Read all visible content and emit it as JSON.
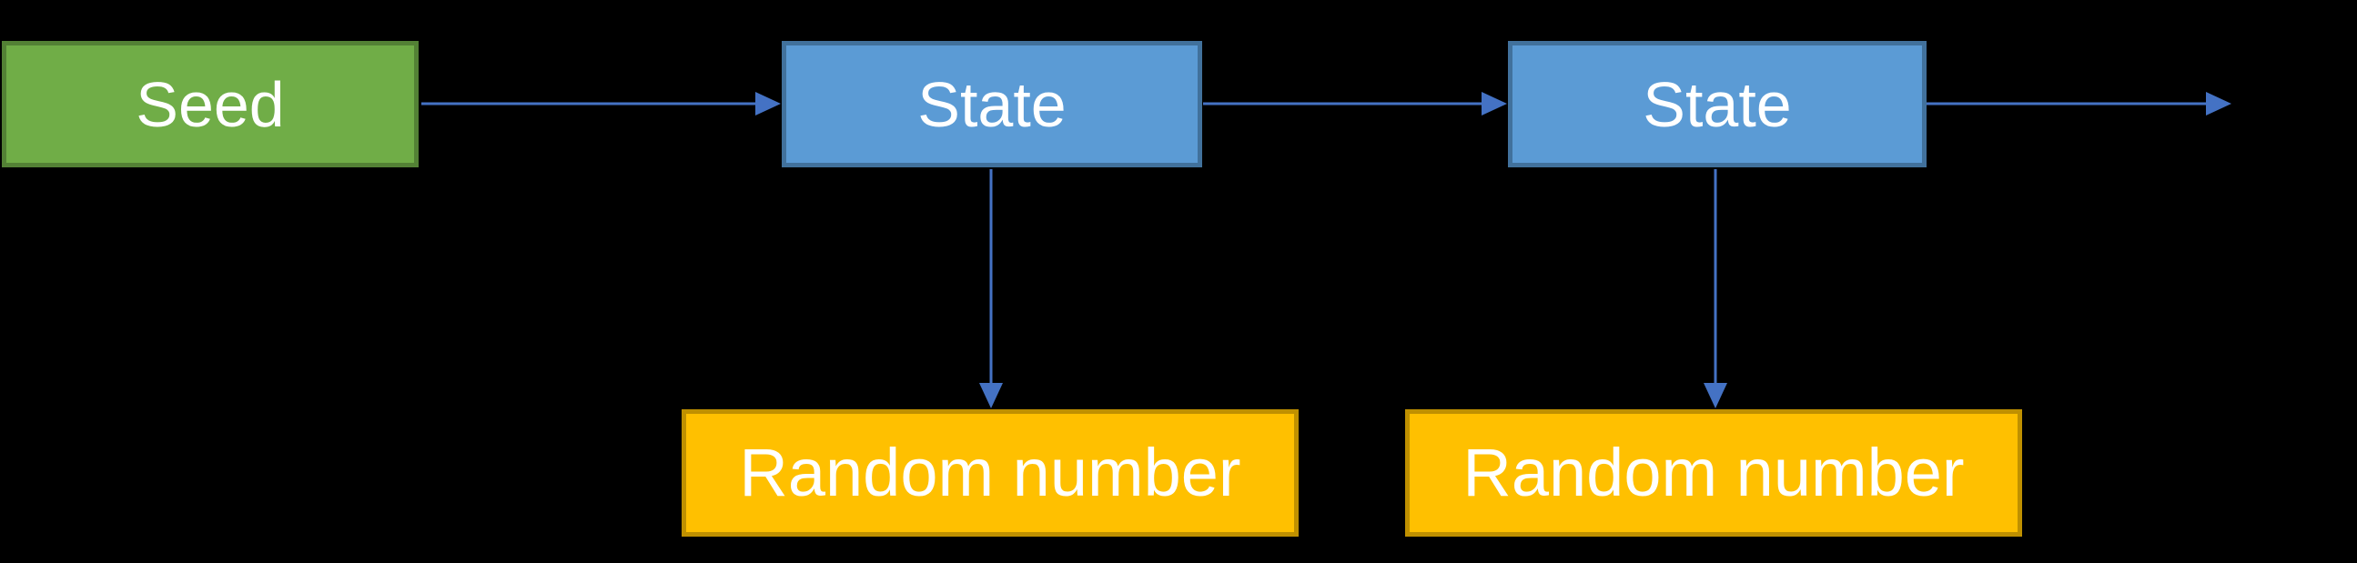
{
  "colors": {
    "background": "#000000",
    "seed-fill": "#70AD47",
    "seed-border": "#538135",
    "state-fill": "#5B9BD5",
    "state-border": "#41719C",
    "output-fill": "#FFC000",
    "output-border": "#BF9000",
    "arrow": "#4472C4",
    "label-text": "#FFFFFF"
  },
  "diagram": {
    "nodes": {
      "seed": {
        "label": "Seed",
        "type": "seed"
      },
      "state1": {
        "label": "State",
        "type": "state"
      },
      "state2": {
        "label": "State",
        "type": "state"
      },
      "random1": {
        "label": "Random number",
        "type": "output"
      },
      "random2": {
        "label": "Random number",
        "type": "output"
      }
    },
    "edges": [
      {
        "from": "seed",
        "to": "state1",
        "direction": "right"
      },
      {
        "from": "state1",
        "to": "state2",
        "direction": "right"
      },
      {
        "from": "state2",
        "to": "continuation-offscreen",
        "direction": "right"
      },
      {
        "from": "state1",
        "to": "random1",
        "direction": "down"
      },
      {
        "from": "state2",
        "to": "random2",
        "direction": "down"
      }
    ]
  }
}
